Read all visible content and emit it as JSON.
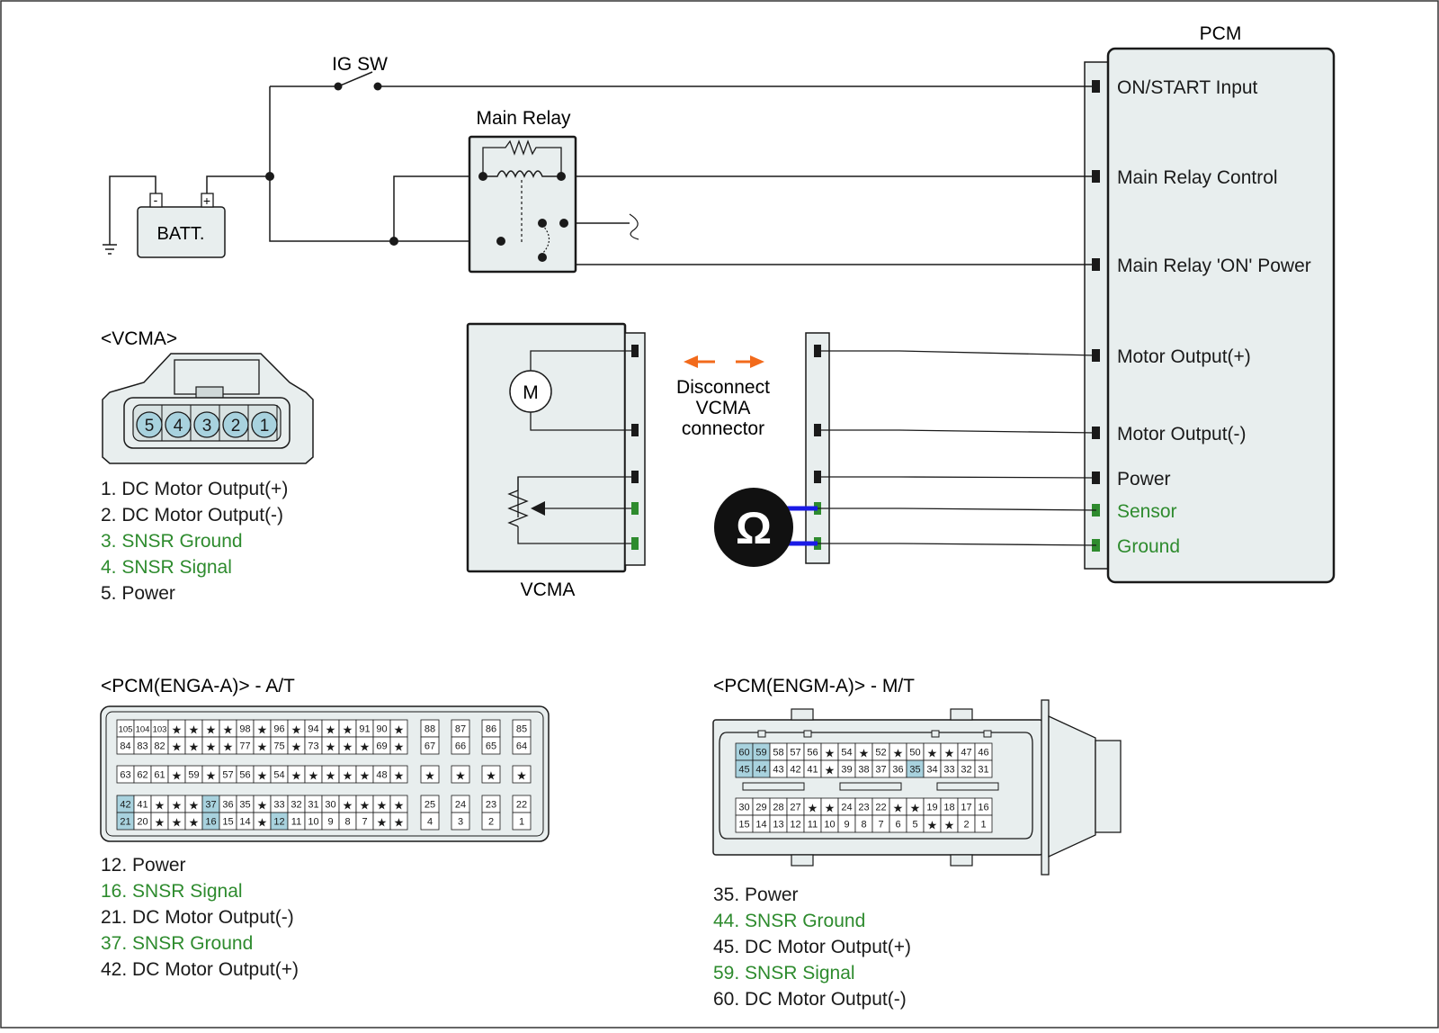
{
  "colors": {
    "line": "#1a1a1a",
    "panel": "#e8eeee",
    "green": "#2e8b2e",
    "blue": "#1a1ae6",
    "orange": "#f26a1b",
    "highlight": "#a8d2de",
    "pin_fill": "#a8d2de"
  },
  "pcm": {
    "title": "PCM",
    "pins": [
      {
        "label": "ON/START Input",
        "color": "black"
      },
      {
        "label": "Main Relay Control",
        "color": "black"
      },
      {
        "label": "Main Relay 'ON' Power",
        "color": "black"
      },
      {
        "label": "Motor Output(+)",
        "color": "black"
      },
      {
        "label": "Motor Output(-)",
        "color": "black"
      },
      {
        "label": "Power",
        "color": "black"
      },
      {
        "label": "Sensor",
        "color": "green"
      },
      {
        "label": "Ground",
        "color": "green"
      }
    ]
  },
  "power_section": {
    "ig_sw": "IG SW",
    "main_relay": "Main Relay",
    "battery": "BATT.",
    "batt_minus": "-",
    "batt_plus": "+"
  },
  "vcma_component": {
    "label": "VCMA",
    "motor_symbol": "M",
    "disconnect_text": [
      "Disconnect",
      "VCMA",
      "connector"
    ],
    "meter_symbol": "Ω",
    "meter_icon": "ohmmeter-icon"
  },
  "vcma_connector": {
    "title": "<VCMA>",
    "pins": [
      "5",
      "4",
      "3",
      "2",
      "1"
    ],
    "legend": [
      {
        "text": "1. DC Motor Output(+)",
        "color": "black"
      },
      {
        "text": "2. DC Motor Output(-)",
        "color": "black"
      },
      {
        "text": "3. SNSR Ground",
        "color": "green"
      },
      {
        "text": "4. SNSR Signal",
        "color": "green"
      },
      {
        "text": "5. Power",
        "color": "black"
      }
    ]
  },
  "pcm_at": {
    "title": "<PCM(ENGA-A)> - A/T",
    "block1": [
      [
        "105",
        "104",
        "103",
        "*",
        "*",
        "*",
        "*",
        "98",
        "*",
        "96",
        "*",
        "94",
        "*",
        "*",
        "91",
        "90",
        "*"
      ],
      [
        "84",
        "83",
        "82",
        "*",
        "*",
        "*",
        "*",
        "77",
        "*",
        "75",
        "*",
        "73",
        "*",
        "*",
        "*",
        "69",
        "*"
      ]
    ],
    "block1_right": [
      [
        "88",
        "87",
        "86",
        "85"
      ],
      [
        "67",
        "66",
        "65",
        "64"
      ]
    ],
    "block2": [
      [
        "63",
        "62",
        "61",
        "*",
        "59",
        "*",
        "57",
        "56",
        "*",
        "54",
        "*",
        "*",
        "*",
        "*",
        "*",
        "48",
        "*"
      ]
    ],
    "block2_right": [
      [
        "*",
        "*",
        "*",
        "*"
      ]
    ],
    "block3": [
      [
        "42",
        "41",
        "*",
        "*",
        "*",
        "37",
        "36",
        "35",
        "*",
        "33",
        "32",
        "31",
        "30",
        "*",
        "*",
        "*",
        "*"
      ],
      [
        "21",
        "20",
        "*",
        "*",
        "*",
        "16",
        "15",
        "14",
        "*",
        "12",
        "11",
        "10",
        "9",
        "8",
        "7",
        "*",
        "*"
      ]
    ],
    "block3_right": [
      [
        "25",
        "24",
        "23",
        "22"
      ],
      [
        "4",
        "3",
        "2",
        "1"
      ]
    ],
    "highlight": [
      "42",
      "37",
      "21",
      "16",
      "12"
    ],
    "legend": [
      {
        "text": "12. Power",
        "color": "black"
      },
      {
        "text": "16. SNSR Signal",
        "color": "green"
      },
      {
        "text": "21. DC Motor Output(-)",
        "color": "black"
      },
      {
        "text": "37. SNSR Ground",
        "color": "green"
      },
      {
        "text": "42. DC Motor Output(+)",
        "color": "black"
      }
    ]
  },
  "pcm_mt": {
    "title": "<PCM(ENGM-A)> - M/T",
    "block1": [
      [
        "60",
        "59",
        "58",
        "57",
        "56",
        "*",
        "54",
        "*",
        "52",
        "*",
        "50",
        "*",
        "*",
        "47",
        "46"
      ],
      [
        "45",
        "44",
        "43",
        "42",
        "41",
        "*",
        "39",
        "38",
        "37",
        "36",
        "35",
        "34",
        "33",
        "32",
        "31"
      ]
    ],
    "block2": [
      [
        "30",
        "29",
        "28",
        "27",
        "*",
        "*",
        "24",
        "23",
        "22",
        "*",
        "*",
        "19",
        "18",
        "17",
        "16"
      ],
      [
        "15",
        "14",
        "13",
        "12",
        "11",
        "10",
        "9",
        "8",
        "7",
        "6",
        "5",
        "*",
        "*",
        "2",
        "1"
      ]
    ],
    "highlight": [
      "60",
      "59",
      "45",
      "44",
      "35"
    ],
    "legend": [
      {
        "text": "35. Power",
        "color": "black"
      },
      {
        "text": "44. SNSR Ground",
        "color": "green"
      },
      {
        "text": "45. DC Motor Output(+)",
        "color": "black"
      },
      {
        "text": "59. SNSR Signal",
        "color": "green"
      },
      {
        "text": "60. DC Motor Output(-)",
        "color": "black"
      }
    ]
  }
}
